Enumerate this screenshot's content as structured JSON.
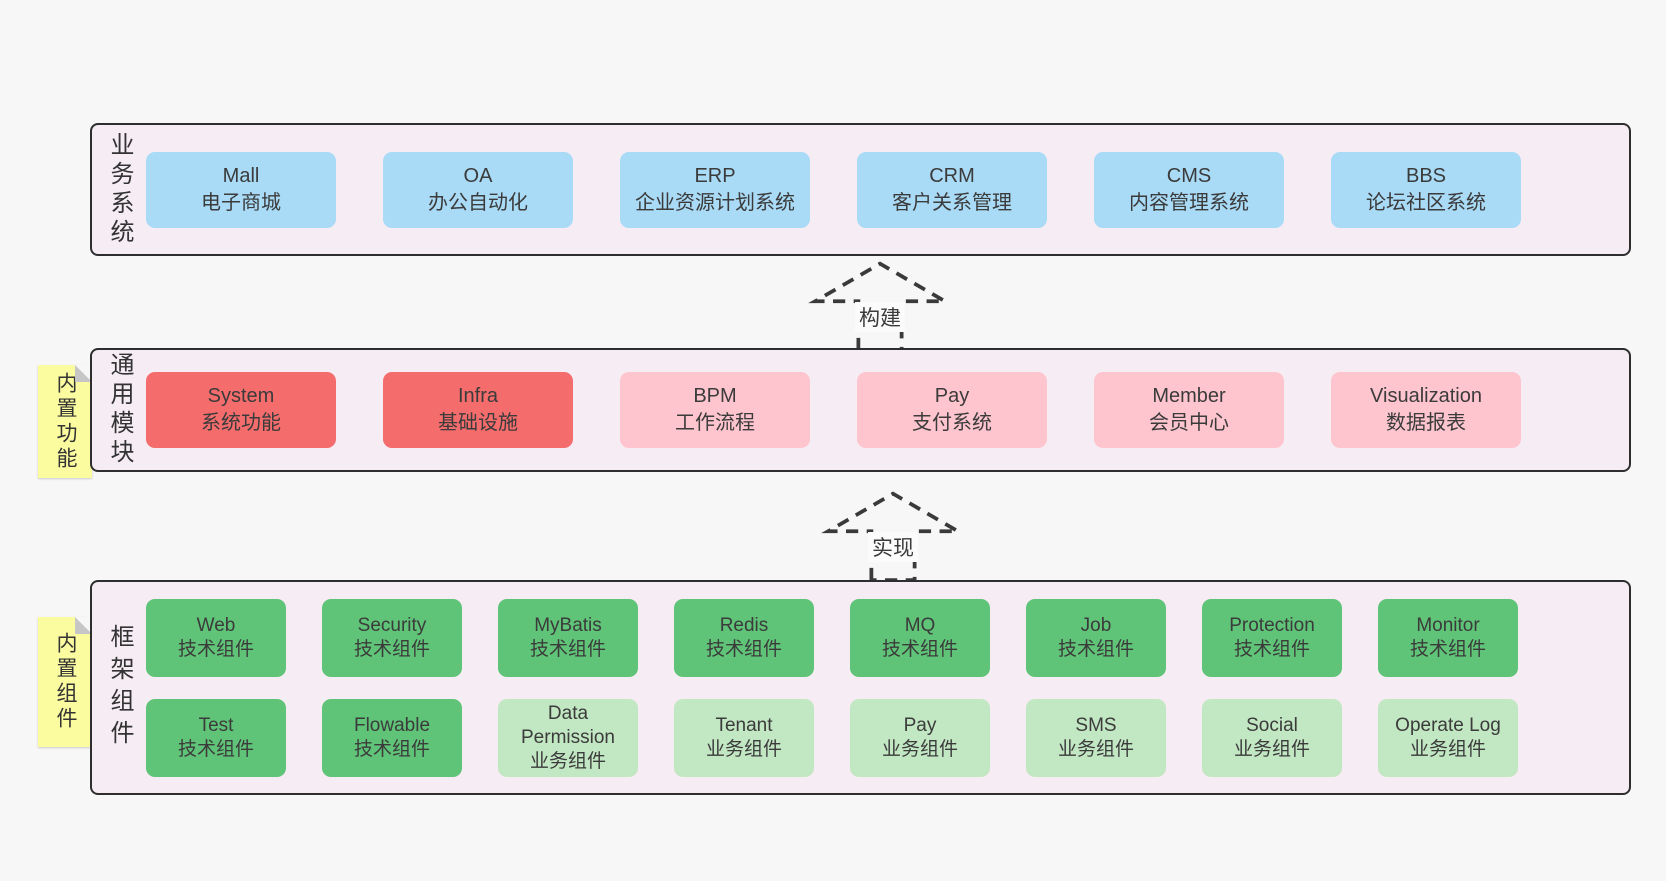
{
  "palette": {
    "page_bg": "#f7f7f7",
    "band_bg": "#f6ecf4",
    "band_border": "#2e2e2e",
    "blue": "#a9daf6",
    "red": "#f56c6c",
    "pink": "#fec5ce",
    "green_dark": "#5fc478",
    "green_light": "#c2e7c3",
    "sticky_yellow": "#fbfba0",
    "sticky_fold": "#c6c6c6",
    "text": "#3b3b3b"
  },
  "arrows": [
    {
      "label": "构建"
    },
    {
      "label": "实现"
    }
  ],
  "bands": [
    {
      "side_label": "业务系统",
      "rows": [
        [
          {
            "title": "Mall",
            "subtitle": "电子商城",
            "color": "blue"
          },
          {
            "title": "OA",
            "subtitle": "办公自动化",
            "color": "blue"
          },
          {
            "title": "ERP",
            "subtitle": "企业资源计划系统",
            "color": "blue"
          },
          {
            "title": "CRM",
            "subtitle": "客户关系管理",
            "color": "blue"
          },
          {
            "title": "CMS",
            "subtitle": "内容管理系统",
            "color": "blue"
          },
          {
            "title": "BBS",
            "subtitle": "论坛社区系统",
            "color": "blue"
          }
        ]
      ]
    },
    {
      "side_label": "通用模块",
      "sticky_label": "内置功能",
      "rows": [
        [
          {
            "title": "System",
            "subtitle": "系统功能",
            "color": "red"
          },
          {
            "title": "Infra",
            "subtitle": "基础设施",
            "color": "red"
          },
          {
            "title": "BPM",
            "subtitle": "工作流程",
            "color": "pink"
          },
          {
            "title": "Pay",
            "subtitle": "支付系统",
            "color": "pink"
          },
          {
            "title": "Member",
            "subtitle": "会员中心",
            "color": "pink"
          },
          {
            "title": "Visualization",
            "subtitle": "数据报表",
            "color": "pink"
          }
        ]
      ]
    },
    {
      "side_label": "框架组件",
      "sticky_label": "内置组件",
      "rows": [
        [
          {
            "title": "Web",
            "subtitle": "技术组件",
            "color": "green_dark"
          },
          {
            "title": "Security",
            "subtitle": "技术组件",
            "color": "green_dark"
          },
          {
            "title": "MyBatis",
            "subtitle": "技术组件",
            "color": "green_dark"
          },
          {
            "title": "Redis",
            "subtitle": "技术组件",
            "color": "green_dark"
          },
          {
            "title": "MQ",
            "subtitle": "技术组件",
            "color": "green_dark"
          },
          {
            "title": "Job",
            "subtitle": "技术组件",
            "color": "green_dark"
          },
          {
            "title": "Protection",
            "subtitle": "技术组件",
            "color": "green_dark"
          },
          {
            "title": "Monitor",
            "subtitle": "技术组件",
            "color": "green_dark"
          }
        ],
        [
          {
            "title": "Test",
            "subtitle": "技术组件",
            "color": "green_dark"
          },
          {
            "title": "Flowable",
            "subtitle": "技术组件",
            "color": "green_dark"
          },
          {
            "title": "Data Permission",
            "subtitle": "业务组件",
            "color": "green_light"
          },
          {
            "title": "Tenant",
            "subtitle": "业务组件",
            "color": "green_light"
          },
          {
            "title": "Pay",
            "subtitle": "业务组件",
            "color": "green_light"
          },
          {
            "title": "SMS",
            "subtitle": "业务组件",
            "color": "green_light"
          },
          {
            "title": "Social",
            "subtitle": "业务组件",
            "color": "green_light"
          },
          {
            "title": "Operate Log",
            "subtitle": "业务组件",
            "color": "green_light"
          }
        ]
      ]
    }
  ]
}
